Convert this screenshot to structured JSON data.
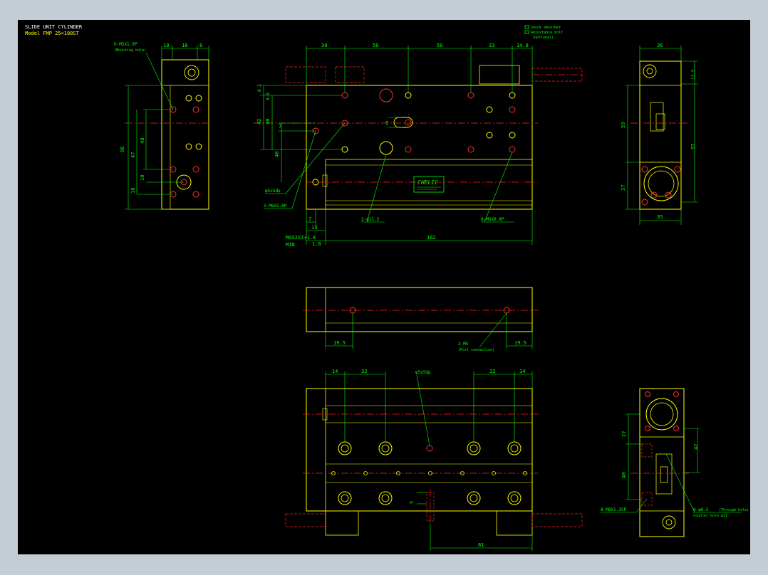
{
  "title_block": {
    "line1": "SLIDE UNIT CYLINDER",
    "line2": "Model  FMP 25×100ST"
  },
  "colors": {
    "canvas": "#000000",
    "frame": "#c4ccd6",
    "outline": "#ffff00",
    "dimension": "#00ff00",
    "centerline": "#ff2020",
    "hidden": "#ff2020",
    "text": "#ffffff"
  },
  "legend": {
    "shock_absorber": "Shock absorber",
    "adjustable_bolt": "Adjustable bolt",
    "optional": "(optional)"
  },
  "left_view": {
    "top_dims": [
      "10",
      "18",
      "8"
    ],
    "side_dims": [
      "96",
      "48",
      "47",
      "10",
      "10"
    ],
    "callout_label": "6-M5X1.0P",
    "callout_note": "(Mounting hole)"
  },
  "front_view": {
    "top_dims": [
      "30",
      "50",
      "50",
      "33",
      "14.8"
    ],
    "left_dims": [
      "8.5",
      "9.5",
      "42",
      "40",
      "40",
      "7"
    ],
    "mid_dim": "5",
    "bottom_dims": [
      "7",
      "14",
      "162"
    ],
    "stroke_label": "MAX2ST+1.8",
    "min_label": "MIN",
    "min_value": "1.8",
    "pin_hole": "φ5x5dp",
    "callout_m6": "2-M6X1.0P",
    "callout_bore": "2-φ11.5",
    "callout_m5": "8-M5X0.8P",
    "nameplate": "CHELIC"
  },
  "right_view": {
    "top_dim": "36",
    "bottom_dim": "35",
    "left_dims": [
      "59",
      "37"
    ],
    "right_dims": [
      "13.5",
      "97"
    ]
  },
  "middle_view": {
    "dim_left": "19.5",
    "dim_right": "19.5",
    "port_label": "2-M5",
    "port_note": "(Port connection)"
  },
  "bottom_view": {
    "top_dims": [
      "14",
      "32",
      "32",
      "14"
    ],
    "pin_hole": "φ5x5dp",
    "left_dim": "5",
    "bottom_dim": "81"
  },
  "bottom_right_view": {
    "left_dims": [
      "27",
      "40"
    ],
    "right_dim": "47",
    "callout_m8": "8-M8X1.25P",
    "callout_hole": "8-φ6.5",
    "callout_hole_note": "(Through-hole)",
    "counterbore": "Counter bore  φ11"
  }
}
